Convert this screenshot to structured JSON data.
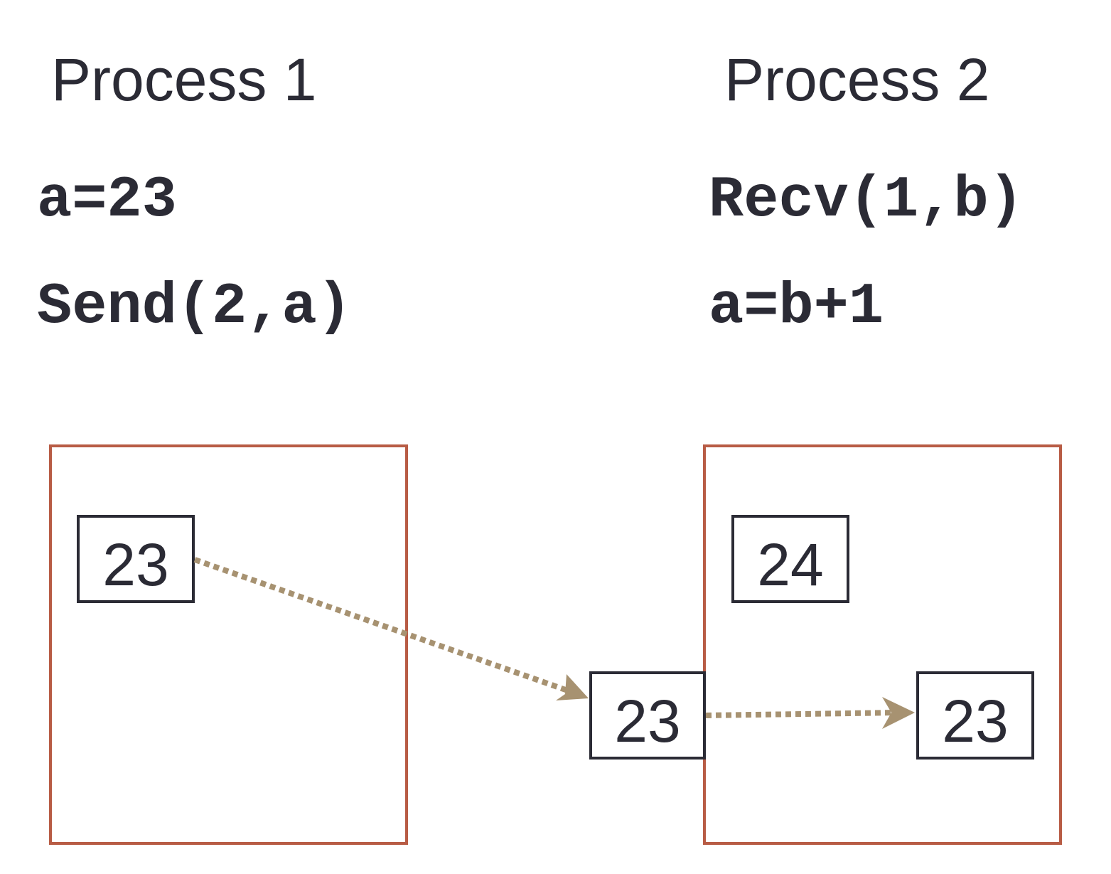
{
  "process1": {
    "title": "Process 1",
    "code_lines": [
      "a=23",
      "Send(2,a)"
    ],
    "variable_value": "23"
  },
  "process2": {
    "title": "Process 2",
    "code_lines": [
      "Recv(1,b)",
      "a=b+1"
    ],
    "variable_a_value": "24",
    "variable_b_value": "23"
  },
  "message": {
    "value": "23"
  },
  "colors": {
    "text": "#2b2b35",
    "memory_border": "#b85c45",
    "arrow": "#a79271"
  }
}
